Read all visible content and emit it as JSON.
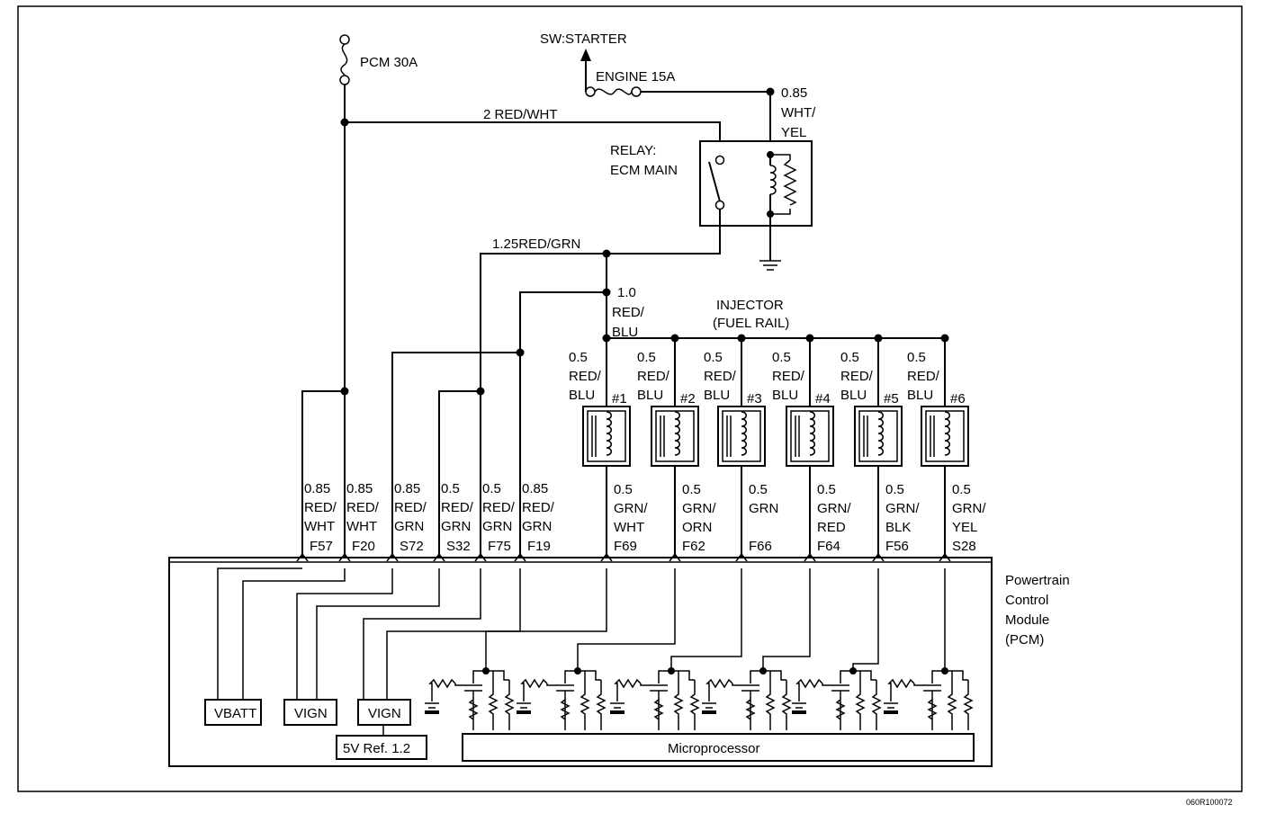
{
  "labels": {
    "fuse_pcm": "PCM 30A",
    "sw_starter": "SW:STARTER",
    "fuse_engine": "ENGINE 15A",
    "wire_085_wht_yel": [
      "0.85",
      "WHT/",
      "YEL"
    ],
    "wire_2_red_wht": "2 RED/WHT",
    "relay": [
      "RELAY:",
      "ECM MAIN"
    ],
    "wire_125_red_grn": "1.25RED/GRN",
    "wire_10_red_blu": [
      "1.0",
      "RED/",
      "BLU"
    ],
    "injector": [
      "INJECTOR",
      "(FUEL RAIL)"
    ],
    "pcm": [
      "Powertrain",
      "Control",
      "Module",
      "(PCM)"
    ],
    "vbatt": "VBATT",
    "vign1": "VIGN",
    "vign2": "VIGN",
    "ref": "5V Ref. 1.2",
    "micro": "Microprocessor",
    "doc_code": "060R100072"
  },
  "injectors": [
    {
      "id": "#1",
      "wire": [
        "0.5",
        "RED/",
        "BLU"
      ]
    },
    {
      "id": "#2",
      "wire": [
        "0.5",
        "RED/",
        "BLU"
      ]
    },
    {
      "id": "#3",
      "wire": [
        "0.5",
        "RED/",
        "BLU"
      ]
    },
    {
      "id": "#4",
      "wire": [
        "0.5",
        "RED/",
        "BLU"
      ]
    },
    {
      "id": "#5",
      "wire": [
        "0.5",
        "RED/",
        "BLU"
      ]
    },
    {
      "id": "#6",
      "wire": [
        "0.5",
        "RED/",
        "BLU"
      ]
    }
  ],
  "pins_left": [
    {
      "pin": "F57",
      "wire": [
        "0.85",
        "RED/",
        "WHT"
      ]
    },
    {
      "pin": "F20",
      "wire": [
        "0.85",
        "RED/",
        "WHT"
      ]
    },
    {
      "pin": "S72",
      "wire": [
        "0.85",
        "RED/",
        "GRN"
      ]
    },
    {
      "pin": "S32",
      "wire": [
        "0.5",
        "RED/",
        "GRN"
      ]
    },
    {
      "pin": "F75",
      "wire": [
        "0.5",
        "RED/",
        "GRN"
      ]
    },
    {
      "pin": "F19",
      "wire": [
        "0.85",
        "RED/",
        "GRN"
      ]
    }
  ],
  "pins_right": [
    {
      "pin": "F69",
      "wire": [
        "0.5",
        "GRN/",
        "WHT"
      ]
    },
    {
      "pin": "F62",
      "wire": [
        "0.5",
        "GRN/",
        "ORN"
      ]
    },
    {
      "pin": "F66",
      "wire": [
        "0.5",
        "GRN"
      ]
    },
    {
      "pin": "F64",
      "wire": [
        "0.5",
        "GRN/",
        "RED"
      ]
    },
    {
      "pin": "F56",
      "wire": [
        "0.5",
        "GRN/",
        "BLK"
      ]
    },
    {
      "pin": "S28",
      "wire": [
        "0.5",
        "GRN/",
        "YEL"
      ]
    }
  ]
}
